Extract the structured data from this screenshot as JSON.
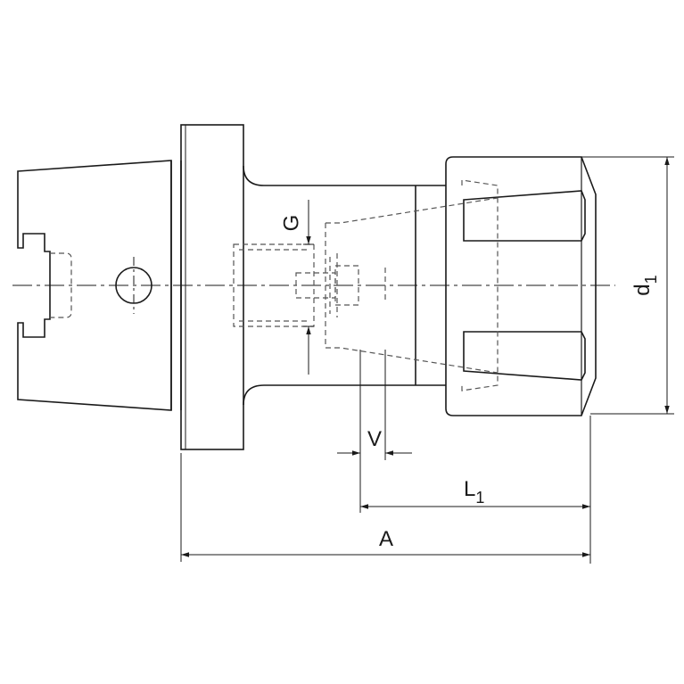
{
  "colors": {
    "outline": "#1a1a1a",
    "hidden": "#555555",
    "background": "#ffffff"
  },
  "labels": {
    "G": "G",
    "V": "V",
    "L_main": "L",
    "L_sub": "1",
    "A": "A",
    "d_main": "d",
    "d_sub": "1"
  }
}
